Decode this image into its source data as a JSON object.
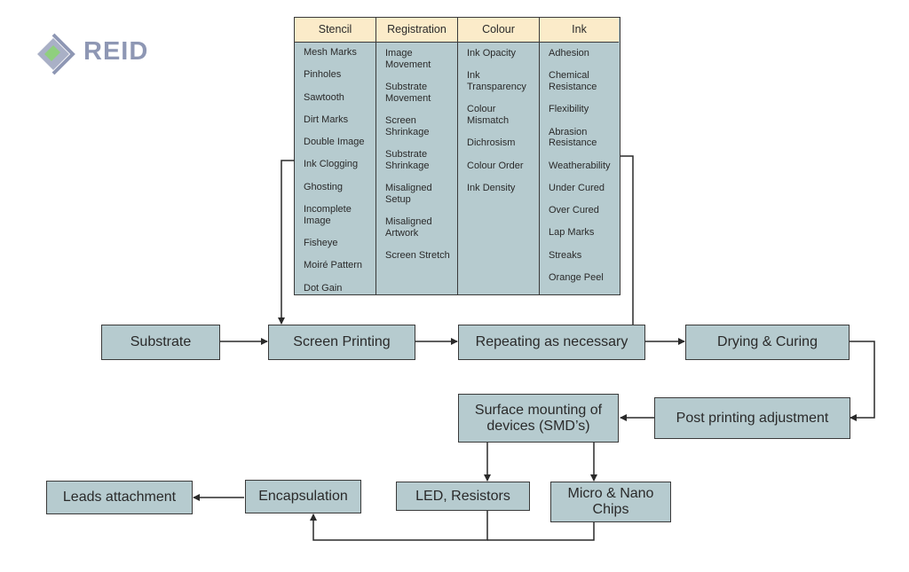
{
  "logo": {
    "text": "REID",
    "icon": "diamond-logo-icon"
  },
  "table": {
    "columns": [
      {
        "header": "Stencil",
        "items": [
          "Mesh Marks",
          "Pinholes",
          "Sawtooth",
          "Dirt Marks",
          "Double Image",
          "Ink Clogging",
          "Ghosting",
          "Incomplete\nImage",
          "Fisheye",
          "Moiré Pattern",
          "Dot Gain"
        ]
      },
      {
        "header": "Registration",
        "items": [
          "Image\nMovement",
          "Substrate\nMovement",
          "Screen\nShrinkage",
          "Substrate\nShrinkage",
          "Misaligned\nSetup",
          "Misaligned\nArtwork",
          "Screen Stretch"
        ]
      },
      {
        "header": "Colour",
        "items": [
          "Ink Opacity",
          "Ink\nTransparency",
          "Colour\nMismatch",
          "Dichrosism",
          "Colour Order",
          "Ink Density"
        ]
      },
      {
        "header": "Ink",
        "items": [
          "Adhesion",
          "Chemical\nResistance",
          "Flexibility",
          "Abrasion\nResistance",
          "Weatherability",
          "Under Cured",
          "Over Cured",
          "Lap Marks",
          "Streaks",
          "Orange Peel"
        ]
      }
    ]
  },
  "flow": {
    "substrate": "Substrate",
    "screen_printing": "Screen Printing",
    "repeating": "Repeating as necessary",
    "drying": "Drying & Curing",
    "post_printing": "Post printing adjustment",
    "smd": "Surface mounting of\ndevices (SMD’s)",
    "led": "LED, Resistors",
    "chips": "Micro & Nano\nChips",
    "encapsulation": "Encapsulation",
    "leads": "Leads attachment"
  },
  "colors": {
    "box_fill": "#b6cbcf",
    "header_fill": "#fbebc9",
    "stroke": "#3a3a3a",
    "logo": "#8e97b4"
  }
}
